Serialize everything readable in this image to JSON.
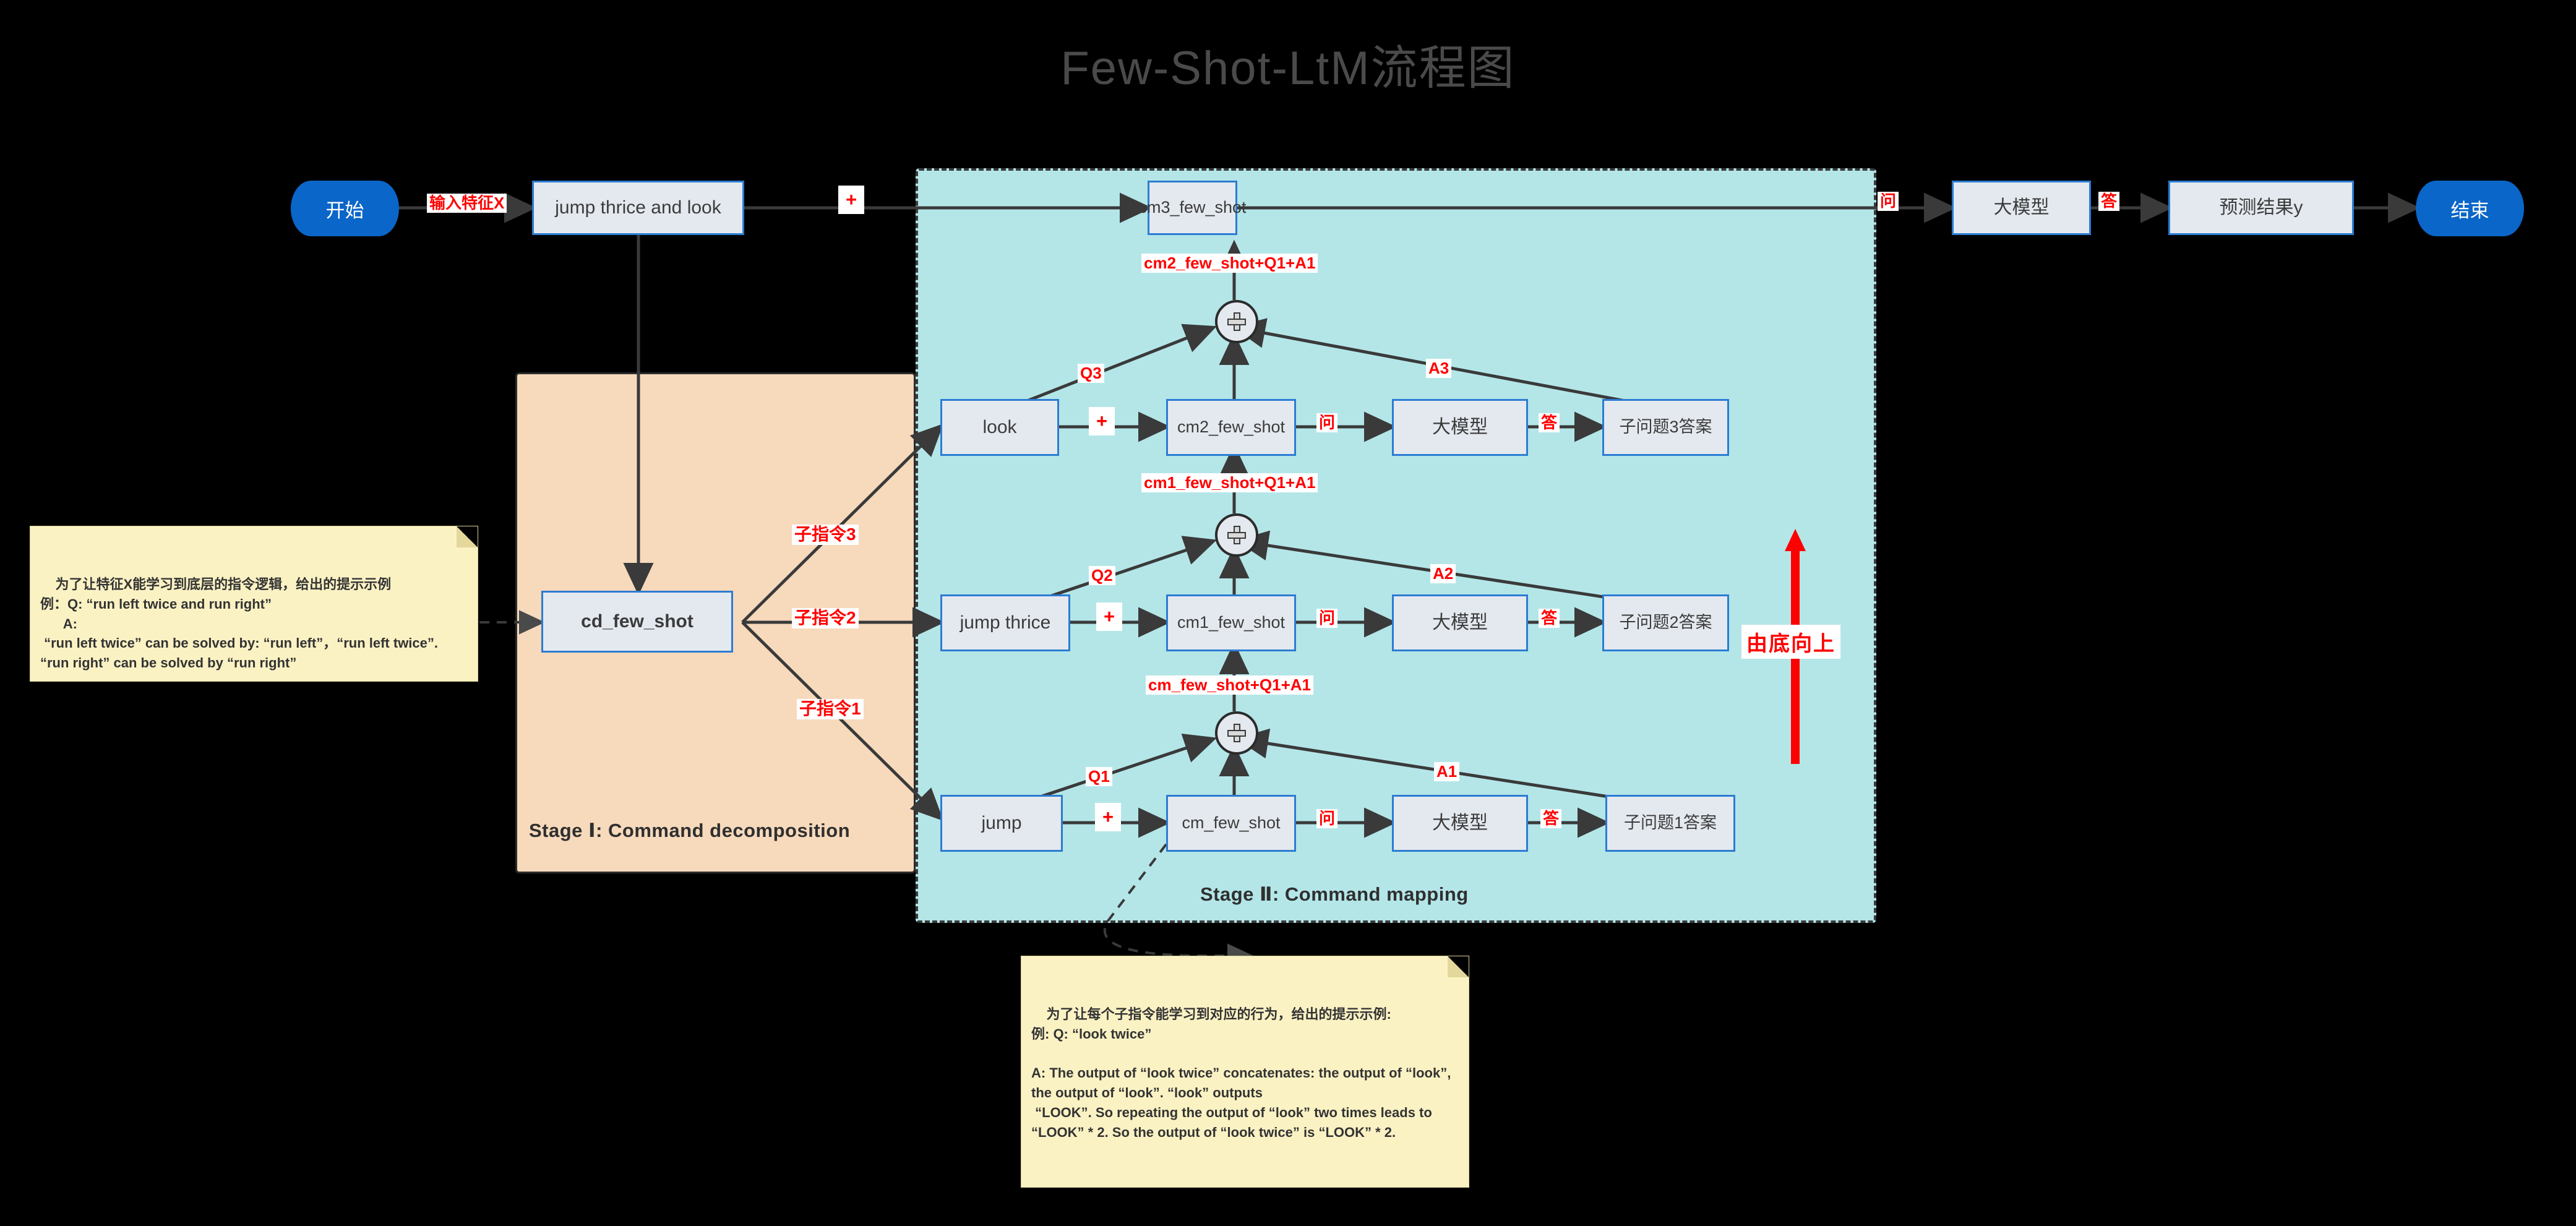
{
  "title": "Few-Shot-LtM流程图",
  "stages": {
    "stage1_label": "Stage Ⅰ:  Command decomposition",
    "stage2_label": "Stage Ⅱ:  Command mapping"
  },
  "terminators": {
    "start": "开始",
    "end": "结束"
  },
  "boxes": {
    "input_command": "jump thrice and look",
    "cd_few_shot": "cd_few_shot",
    "cm3_few_shot": "cm3_few_shot",
    "cm2_few_shot": "cm2_few_shot",
    "cm1_few_shot": "cm1_few_shot",
    "cm_few_shot": "cm_few_shot",
    "sub_cmd3": "look",
    "sub_cmd2": "jump thrice",
    "sub_cmd1": "jump",
    "llm_row3": "大模型",
    "llm_row2": "大模型",
    "llm_row1": "大模型",
    "llm_final": "大模型",
    "answer3": "子问题3答案",
    "answer2": "子问题2答案",
    "answer1": "子问题1答案",
    "prediction": "预测结果y"
  },
  "edge_labels": {
    "input_feature_x": "输入特征X",
    "plus_top": "+",
    "plus_row3": "+",
    "plus_row2": "+",
    "plus_row1": "+",
    "ask_top": "问",
    "ask_row3": "问",
    "ask_row2": "问",
    "ask_row1": "问",
    "answer_top": "答",
    "answer_row3": "答",
    "answer_row2": "答",
    "answer_row1": "答",
    "sub_instruction_3": "子指令3",
    "sub_instruction_2": "子指令2",
    "sub_instruction_1": "子指令1",
    "q3": "Q3",
    "q2": "Q2",
    "q1": "Q1",
    "a3": "A3",
    "a2": "A2",
    "a1": "A1",
    "merge_to_cm3": "cm2_few_shot+Q1+A1",
    "merge_to_cm2": "cm1_few_shot+Q1+A1",
    "merge_to_cm1": "cm_few_shot+Q1+A1"
  },
  "annotations": {
    "bottom_up": "由底向上"
  },
  "notes": {
    "left": "为了让特征X能学习到底层的指令逻辑，给出的提示示例\n例：Q: “run left twice and run right”\n      A:\n “run left twice” can be solved by: “run left”，“run left twice”. “run right” can be solved by “run right”",
    "bottom": "为了让每个子指令能学习到对应的行为，给出的提示示例:\n例: Q: “look twice”\n\nA: The output of “look twice” concatenates: the output of “look”, the output of “look”. “look” outputs\n “LOOK”. So repeating the output of “look” two times leads to “LOOK” * 2. So the output of “look twice” is “LOOK” * 2."
  },
  "colors": {
    "stage1_fill": "#F7D9BC",
    "stage2_fill": "#B4E6E8",
    "box_fill": "#E4E9EF",
    "box_border": "#2B7CD3",
    "terminator_fill": "#0A66C8",
    "label_text": "#FF0000",
    "note_fill": "#FBF2C4",
    "background": "#000000"
  }
}
